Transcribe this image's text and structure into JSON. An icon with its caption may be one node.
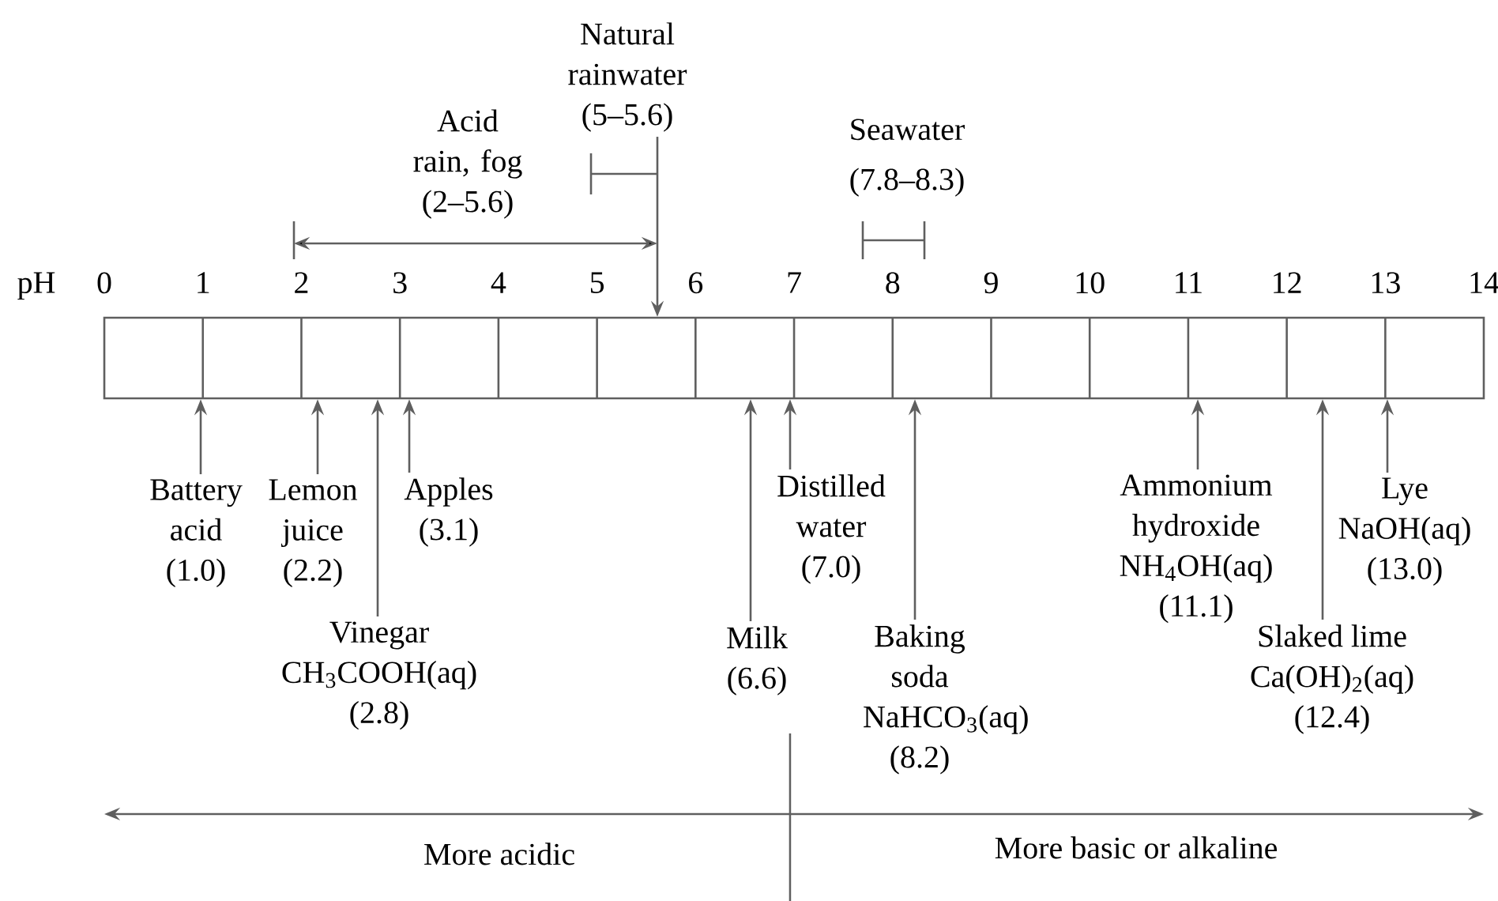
{
  "diagram": {
    "nodes": [
      {
        "text": [
          "Natural rainwater",
          "(5–5.6)"
        ]
      },
      {
        "text": [],
        "shape": "bar"
      },
      {
        "text": [
          "Battery acid",
          "(1.0)"
        ]
      },
      {
        "text": [
          "Lemon juice",
          "(2.2)"
        ]
      },
      {
        "text": [
          "Apples",
          "(3.1)"
        ]
      },
      {
        "text": [
          "Distilled water",
          "(7.0)"
        ]
      },
      {
        "text": [
          "Ammonium hydroxide",
          "NH$_{4}$OH(aq)",
          "(11.1)"
        ]
      },
      {
        "text": [
          "Lye",
          "NaOH(aq)",
          "(13.0)"
        ]
      },
      {
        "text": [
          "Vinegar",
          "CH$_{3}$COOH(aq)",
          "(2.8)"
        ]
      },
      {
        "text": [
          "Milk",
          "(6.6)"
        ]
      },
      {
        "text": [
          "Baking soda",
          "NaHCO$_{3}$(aq)",
          "(8.2)"
        ]
      },
      {
        "text": [
          "Slaked lime",
          "Ca(OH)$_{2}$(aq)",
          "(12.4)"
        ]
      }
    ],
    "edges": [
      {
        "from": 0,
        "to": 1,
        "arrow": "to"
      },
      {
        "from": 2,
        "to": 1,
        "arrow": "to"
      },
      {
        "from": 3,
        "to": 1,
        "arrow": "to"
      },
      {
        "from": 4,
        "to": 1,
        "arrow": "to"
      },
      {
        "from": 5,
        "to": 1,
        "arrow": "to"
      },
      {
        "from": 6,
        "to": 1,
        "arrow": "to"
      },
      {
        "from": 7,
        "to": 1,
        "arrow": "to"
      },
      {
        "from": 8,
        "to": 1,
        "arrow": "to"
      },
      {
        "from": 9,
        "to": 1,
        "arrow": "to"
      },
      {
        "from": 10,
        "to": 1,
        "arrow": "to"
      },
      {
        "from": 11,
        "to": 1,
        "arrow": "to"
      }
    ],
    "labels": [
      "Acid rain, fog",
      "(2–5.6)",
      "Seawater",
      "(7.8–8.3)",
      "pH",
      "0",
      "1",
      "2",
      "3",
      "4",
      "5",
      "6",
      "7",
      "8",
      "9",
      "10",
      "11",
      "12",
      "13",
      "14",
      "More acidic",
      "More basic or alkaline"
    ]
  }
}
